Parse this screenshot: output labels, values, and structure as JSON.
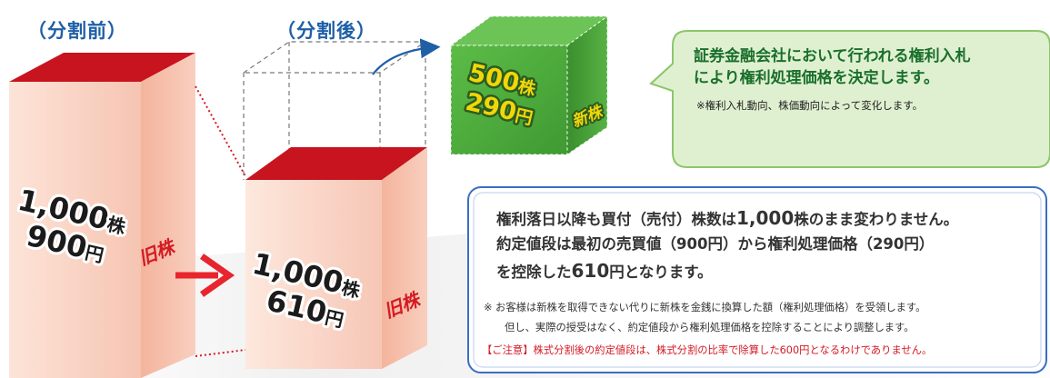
{
  "labels": {
    "before": "（分割前）",
    "after": "（分割後）"
  },
  "old_block": {
    "shares": "1,000",
    "price": "900",
    "kind": "旧株"
  },
  "split_block": {
    "shares": "1,000",
    "price": "610",
    "kind": "旧株"
  },
  "new_block": {
    "shares": "500",
    "price": "290",
    "kind": "新株"
  },
  "units": {
    "share": "株",
    "yen": "円"
  },
  "callout": {
    "line1": "証券金融会社において行われる権利入札",
    "line2": "により権利処理価格を決定します。",
    "note": "※権利入札動向、株価動向によって変化します。"
  },
  "info": {
    "line1_pre": "権利落日以降も買付（売付）株数は",
    "line1_num": "1,000",
    "line1_post": "株のまま変わりません。",
    "line2": "約定値段は最初の売買値（900円）から権利処理価格（290円）",
    "line3_pre": "を控除した",
    "line3_num": "610",
    "line3_post": "円となります。",
    "note1": "※ お客様は新株を取得できない代りに新株を金銭に換算した額（権利処理価格）を受領します。",
    "note2": "但し、実際の授受はなく、約定値段から権利処理価格を控除することにより調整します。",
    "caution": "【ご注意】株式分割後の約定値段は、株式分割の比率で除算した600円となるわけでありません。"
  },
  "colors": {
    "heading": "#1f5fa6",
    "box_top": "#c8141f",
    "box_face_light": "#fdeee6",
    "box_face_dark": "#f4b7a3",
    "new_box": "#4fae3f",
    "callout_bg": "#eaf6df",
    "callout_border": "#8cc66b",
    "info_border": "#3a6ec4",
    "arrow_red": "#e8242c",
    "curve_arrow": "#1f5fa6"
  }
}
